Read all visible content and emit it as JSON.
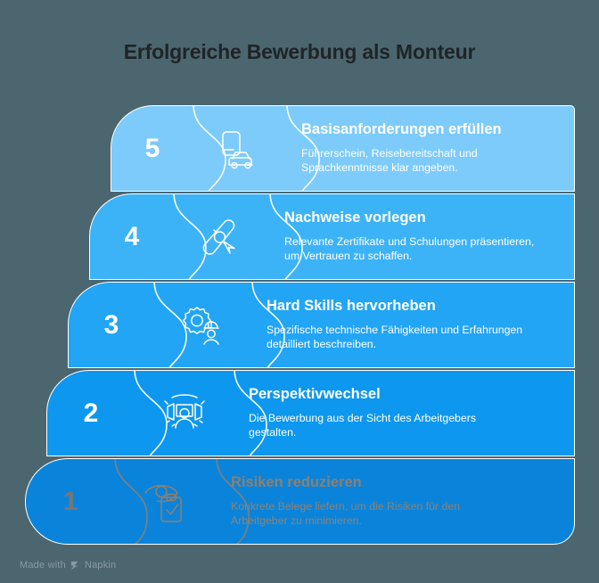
{
  "page": {
    "title": "Erfolgreiche Bewerbung als Monteur",
    "background_color": "#4c6670"
  },
  "watermark": {
    "prefix": "Made with",
    "brand": "Napkin",
    "logo_icon": "napkin-logo-icon"
  },
  "pyramid": {
    "orientation": "inverted-staircase-top-to-bottom",
    "steps": [
      {
        "number": "5",
        "title": "Basisanforderungen erfüllen",
        "description": "Führerschein, Reisebereitschaft und Sprachkenntnisse klar angeben.",
        "icon": "drivers-license-and-car-icon",
        "fill_color": "#7dcbfa",
        "dimmed": false
      },
      {
        "number": "4",
        "title": "Nachweise vorlegen",
        "description": "Relevante Zertifikate und Schulungen präsentieren, um Vertrauen zu schaffen.",
        "icon": "diploma-scroll-icon",
        "fill_color": "#3cb3f6",
        "dimmed": false
      },
      {
        "number": "3",
        "title": "Hard Skills hervorheben",
        "description": "Spezifische technische Fähigkeiten und Erfahrungen detailliert beschreiben.",
        "icon": "gear-and-worker-icon",
        "fill_color": "#22a5f4",
        "dimmed": false
      },
      {
        "number": "2",
        "title": "Perspektivwechsel",
        "description": "Die Bewerbung aus der Sicht des Arbeitgebers gestalten.",
        "icon": "person-between-mirrors-icon",
        "fill_color": "#0d97ee",
        "dimmed": false
      },
      {
        "number": "1",
        "title": "Risiken reduzieren",
        "description": "Konkrete Belege liefern, um die Risiken für den Arbeitgeber zu minimieren.",
        "icon": "eye-and-clipboard-check-icon",
        "fill_color": "#0a84db",
        "dimmed": true
      }
    ]
  }
}
